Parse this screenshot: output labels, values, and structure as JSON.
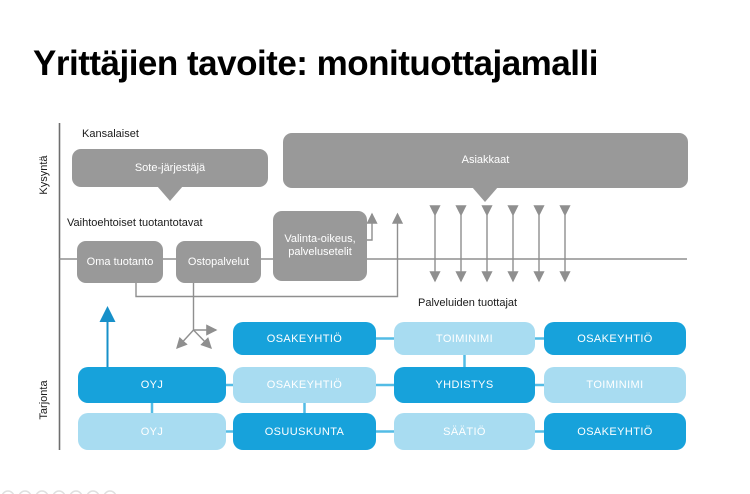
{
  "title": "Yrittäjien tavoite: monituottajamalli",
  "axis": {
    "demand": "Kysyntä",
    "supply": "Tarjonta"
  },
  "demand_section": {
    "citizens_label": "Kansalaiset",
    "organizer": "Sote-järjestäjä",
    "customers": "Asiakkaat"
  },
  "production_section": {
    "label": "Vaihtoehtoiset tuotantotavat",
    "own_production": "Oma tuotanto",
    "purchased_services": "Ostopalvelut",
    "choice": "Valinta-oikeus, palvelusetelit"
  },
  "providers_section": {
    "label": "Palveluiden tuottajat",
    "grid": [
      {
        "label": "OSAKEYHTIÖ",
        "style": "dark"
      },
      {
        "label": "TOIMINIMI",
        "style": "light"
      },
      {
        "label": "OSAKEYHTIÖ",
        "style": "dark"
      },
      {
        "label": "OYJ",
        "style": "dark"
      },
      {
        "label": "OSAKEYHTIÖ",
        "style": "light"
      },
      {
        "label": "YHDISTYS",
        "style": "dark"
      },
      {
        "label": "TOIMINIMI",
        "style": "light"
      },
      {
        "label": "OYJ",
        "style": "light"
      },
      {
        "label": "OSUUSKUNTA",
        "style": "dark"
      },
      {
        "label": "SÄÄTIÖ",
        "style": "light"
      },
      {
        "label": "OSAKEYHTIÖ",
        "style": "dark"
      }
    ]
  },
  "colors": {
    "dark_blue": "#17A2DB",
    "light_blue": "#A8DCF1",
    "gray_box": "#999999",
    "arrow_gray": "#8F8F8F",
    "arrow_blue": "#1790C9",
    "connector_blue": "#53BCE5"
  }
}
